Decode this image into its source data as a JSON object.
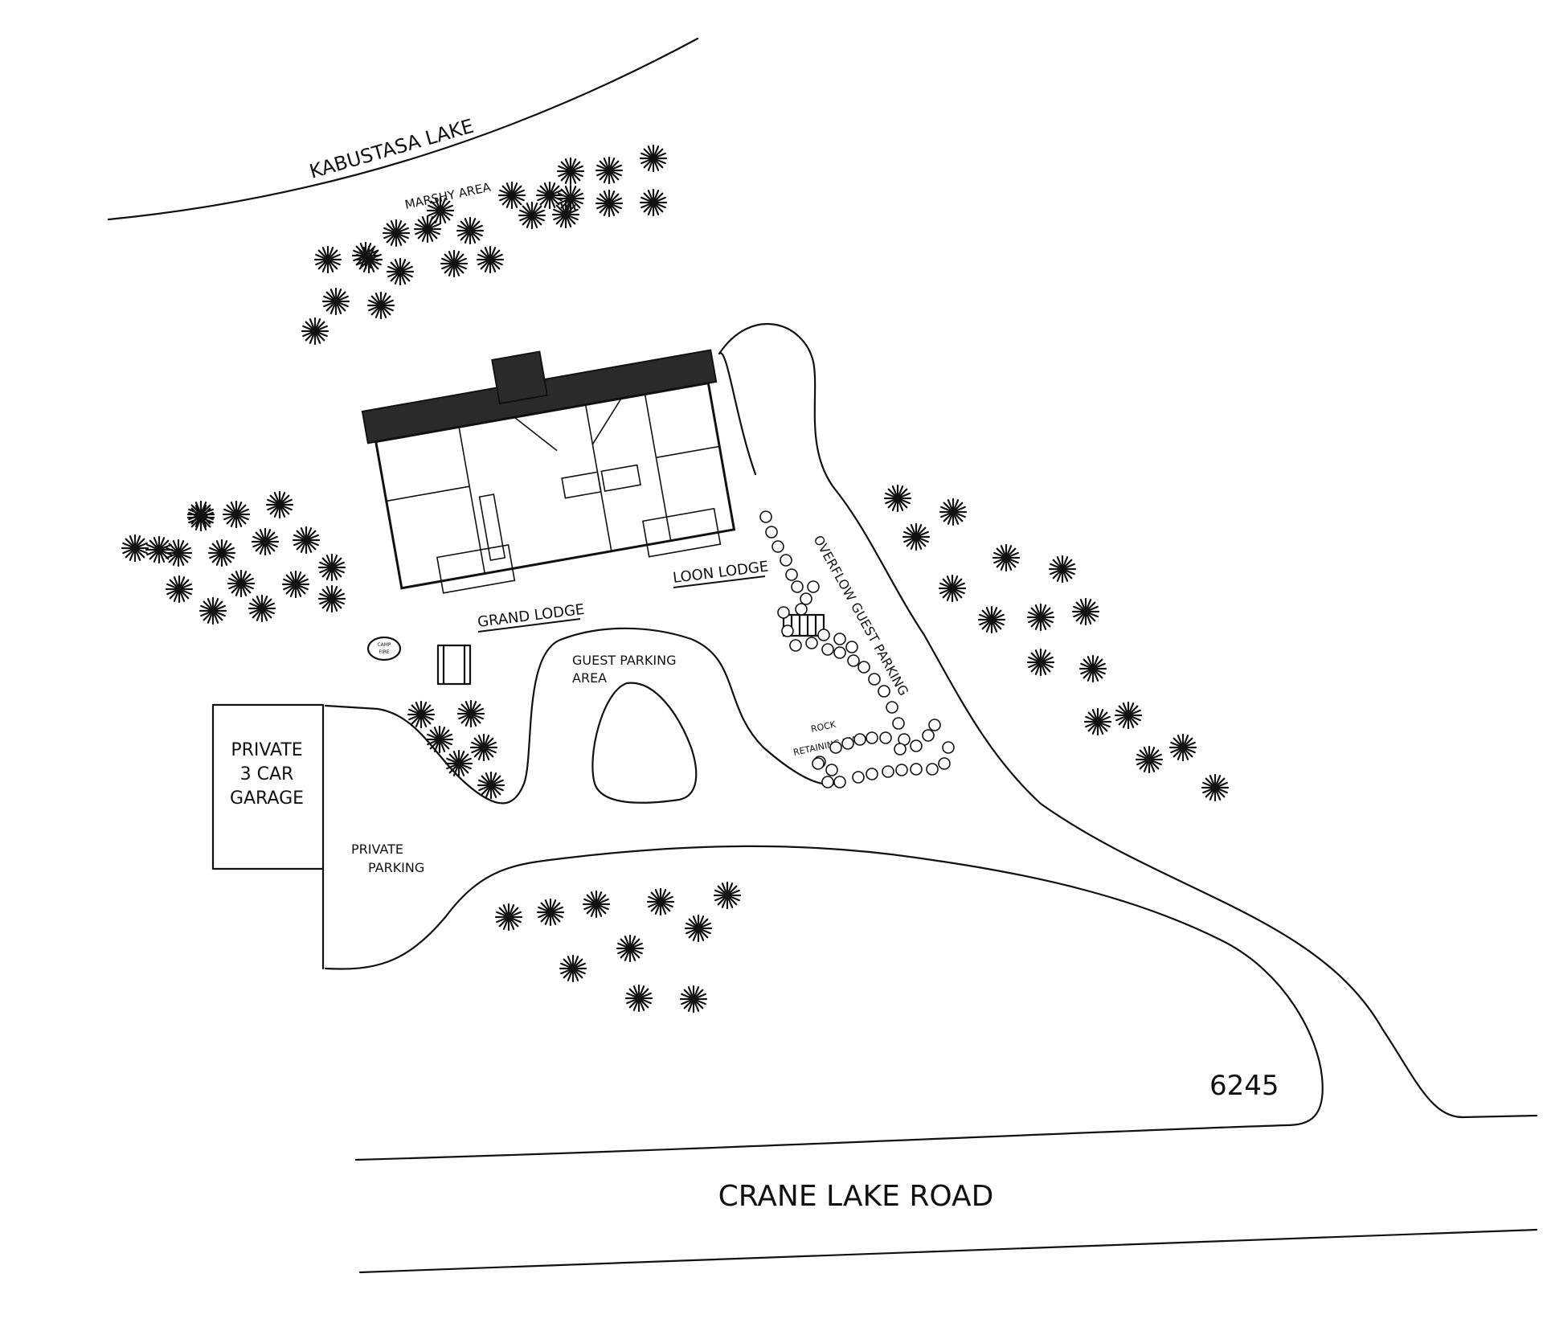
{
  "labels": {
    "lake": "KABUSTASA LAKE",
    "marsh": "MARSHY AREA",
    "grand_lodge": "GRAND LODGE",
    "loon_lodge": "LOON LODGE",
    "overflow": "OVERFLOW GUEST PARKING",
    "guest_parking_1": "GUEST PARKING",
    "guest_parking_2": "AREA",
    "rock_wall_1": "ROCK",
    "rock_wall_2": "RETAINING WALL",
    "garage_1": "PRIVATE",
    "garage_2": "3 CAR",
    "garage_3": "GARAGE",
    "private_parking_1": "PRIVATE",
    "private_parking_2": "PARKING",
    "camp_fire_1": "CAMP",
    "camp_fire_2": "FIRE",
    "address": "6245",
    "road": "CRANE LAKE ROAD"
  },
  "colors": {
    "ink": "#111111",
    "paper": "#ffffff",
    "roof": "#2a2a2a"
  },
  "icons": {
    "tree": "tree-icon",
    "rock": "rock-icon",
    "picnic_table": "picnic-table-icon",
    "camp_fire": "camp-fire-icon"
  }
}
